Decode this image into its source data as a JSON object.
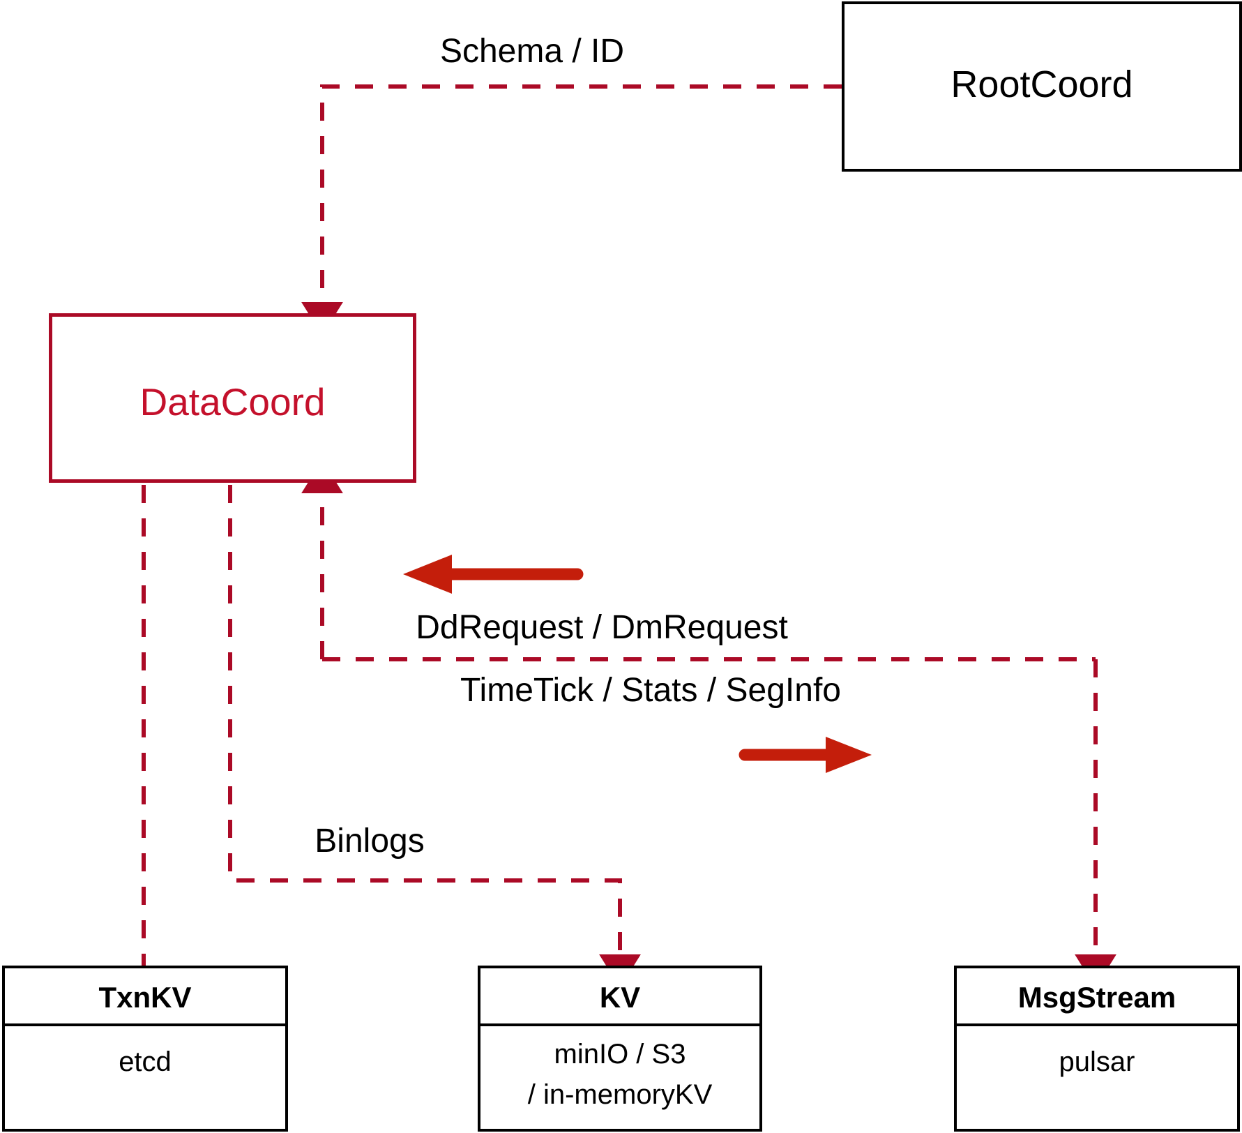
{
  "diagram": {
    "title": "DataCoord architecture",
    "colors": {
      "dashed_edge": "#AB0A26",
      "solid_arrow": "#C41E0B",
      "node_stroke_black": "#000000",
      "node_stroke_red": "#AB0A26",
      "datacoord_text": "#C4102B",
      "background": "#FFFFFF"
    },
    "nodes": [
      {
        "id": "rootcoord",
        "label": "RootCoord",
        "style": "black-box",
        "compartments": []
      },
      {
        "id": "datacoord",
        "label": "DataCoord",
        "style": "red-box",
        "compartments": []
      },
      {
        "id": "txnkv",
        "label": "TxnKV",
        "style": "black-box-two-compartment",
        "compartments": [
          "etcd"
        ]
      },
      {
        "id": "kv",
        "label": "KV",
        "style": "black-box-two-compartment",
        "compartments": [
          "minIO / S3",
          "/ in-memoryKV"
        ]
      },
      {
        "id": "msgstream",
        "label": "MsgStream",
        "style": "black-box-two-compartment",
        "compartments": [
          "pulsar"
        ]
      }
    ],
    "edges": [
      {
        "id": "schema-id",
        "label": "Schema / ID",
        "from": "rootcoord",
        "to": "datacoord",
        "kind": "dashed",
        "arrow": "to"
      },
      {
        "id": "ddrequest-dmrequest",
        "label": "DdRequest / DmRequest",
        "from": "msgstream",
        "to": "datacoord",
        "kind": "dashed",
        "arrow": "to",
        "direction_marker": "left-arrow"
      },
      {
        "id": "timetick-stats-seginfo",
        "label": "TimeTick / Stats / SegInfo",
        "from": "datacoord",
        "to": "msgstream",
        "kind": "dashed",
        "arrow": "to",
        "direction_marker": "right-arrow"
      },
      {
        "id": "binlogs",
        "label": "Binlogs",
        "from": "datacoord",
        "to": "kv",
        "kind": "dashed",
        "arrow": "to"
      },
      {
        "id": "datacoord-txnkv",
        "label": "",
        "from": "datacoord",
        "to": "txnkv",
        "kind": "dashed",
        "arrow": "none"
      }
    ]
  },
  "labels": {
    "rootcoord": "RootCoord",
    "datacoord": "DataCoord",
    "txnkv_title": "TxnKV",
    "txnkv_body": "etcd",
    "kv_title": "KV",
    "kv_body_line1": "minIO / S3",
    "kv_body_line2": "/ in-memoryKV",
    "msgstream_title": "MsgStream",
    "msgstream_body": "pulsar",
    "schema_id": "Schema / ID",
    "ddrequest": "DdRequest / DmRequest",
    "timetick": "TimeTick / Stats / SegInfo",
    "binlogs": "Binlogs"
  }
}
